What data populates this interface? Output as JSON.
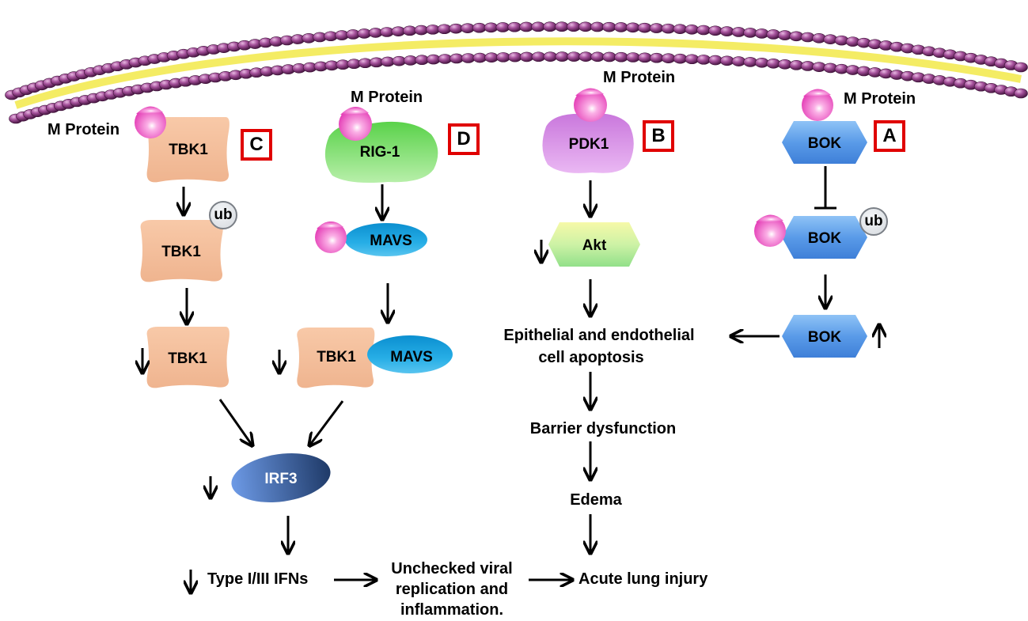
{
  "mprotein": "M Protein",
  "boxes": {
    "a": "A",
    "b": "B",
    "c": "C",
    "d": "D"
  },
  "proteins": {
    "tbk1": "TBK1",
    "rig1": "RIG-1",
    "mavs": "MAVS",
    "pdk1": "PDK1",
    "akt": "Akt",
    "bok": "BOK",
    "irf3": "IRF3",
    "ub": "ub"
  },
  "outcomes": {
    "apoptosis_line1": "Epithelial  and endothelial",
    "apoptosis_line2": "cell apoptosis",
    "barrier": "Barrier dysfunction",
    "edema": "Edema",
    "ali": "Acute lung injury",
    "ifns": "Type I/III  IFNs",
    "unchecked_line1": "Unchecked viral",
    "unchecked_line2": "replication and",
    "unchecked_line3": "inflammation."
  },
  "colors": {
    "membrane_head": "#9b4a91",
    "membrane_tail": "#f2e84a",
    "mprotein": "#ee5fbf",
    "tbk1": "#f4c09e",
    "rig1": "#7fdc6f",
    "mavs": "#1ea4dc",
    "pdk1": "#d58fe6",
    "akt": "#c8f0a0",
    "bok": "#5b9de6",
    "irf3": "#3a5f9a",
    "highlight_box": "#e00000"
  }
}
